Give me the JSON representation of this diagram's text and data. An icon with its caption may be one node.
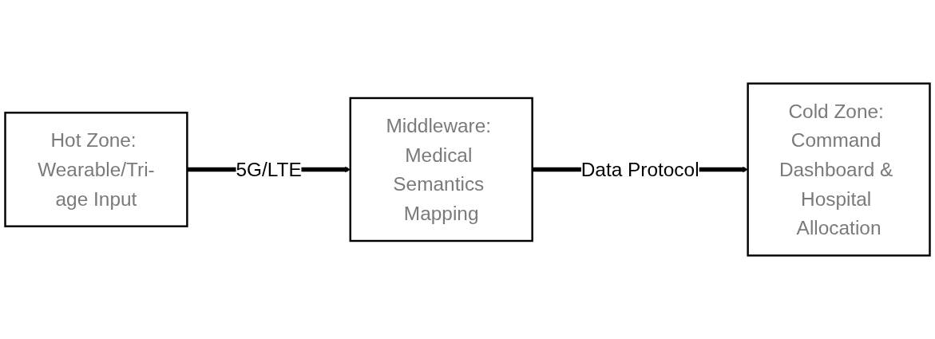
{
  "diagram": {
    "nodes": [
      {
        "text": [
          "Hot Zone: Wearable/Tri-age Input"
        ]
      },
      {
        "text": [
          "Middleware: Medical Semantics Mapping"
        ]
      },
      {
        "text": [
          "Cold Zone: Command Dashboard & Hospital Allocation"
        ]
      }
    ],
    "edges": [
      {
        "from": 0,
        "to": 1,
        "arrow": "to",
        "label": "5G/LTE"
      },
      {
        "from": 1,
        "to": 2,
        "arrow": "to",
        "label": "Data Protocol"
      }
    ]
  }
}
